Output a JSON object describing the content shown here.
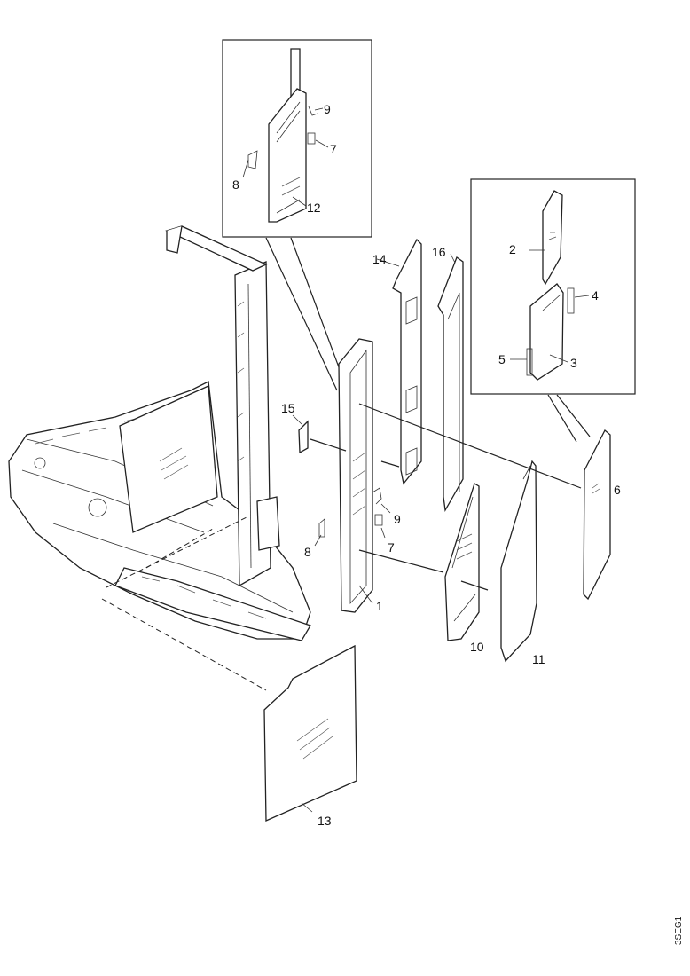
{
  "diagram": {
    "callouts": [
      {
        "id": "callout-2-top",
        "text": "2"
      },
      {
        "id": "callout-4",
        "text": "4"
      },
      {
        "id": "callout-5",
        "text": "5"
      },
      {
        "id": "callout-3",
        "text": "3"
      },
      {
        "id": "callout-9-inset",
        "text": "9"
      },
      {
        "id": "callout-7-inset",
        "text": "7"
      },
      {
        "id": "callout-8-inset",
        "text": "8"
      },
      {
        "id": "callout-12",
        "text": "12"
      },
      {
        "id": "callout-14",
        "text": "14"
      },
      {
        "id": "callout-16",
        "text": "16"
      },
      {
        "id": "callout-15",
        "text": "15"
      },
      {
        "id": "callout-6",
        "text": "6"
      },
      {
        "id": "callout-9-main",
        "text": "9"
      },
      {
        "id": "callout-7-main",
        "text": "7"
      },
      {
        "id": "callout-8-main",
        "text": "8"
      },
      {
        "id": "callout-1",
        "text": "1"
      },
      {
        "id": "callout-10",
        "text": "10"
      },
      {
        "id": "callout-11",
        "text": "11"
      },
      {
        "id": "callout-13",
        "text": "13"
      }
    ],
    "figure_code": "3SEG1"
  }
}
